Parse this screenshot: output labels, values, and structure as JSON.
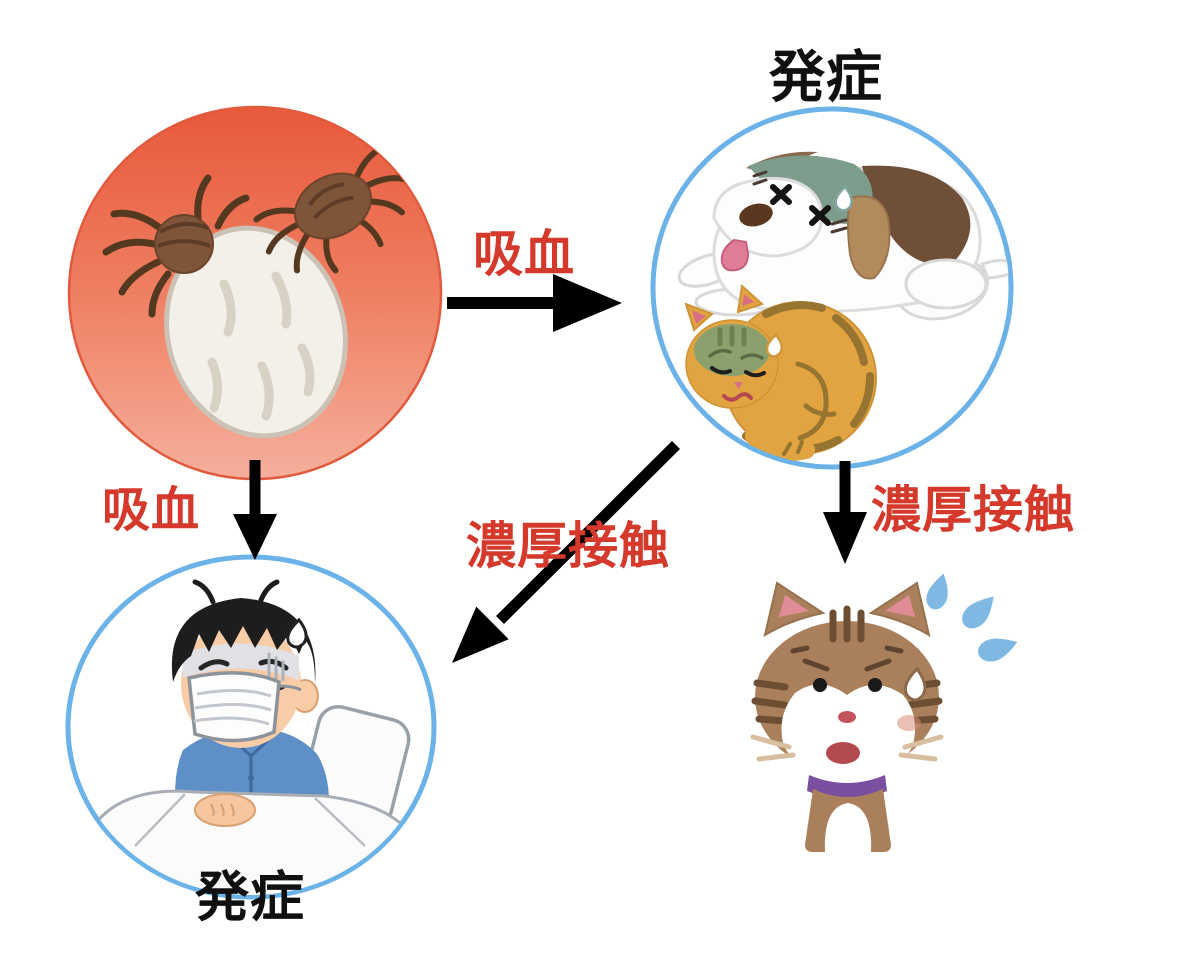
{
  "diagram": {
    "labels": {
      "onset_pets": "発症",
      "onset_person": "発症",
      "blood_sucking_to_pets": "吸血",
      "blood_sucking_to_person": "吸血",
      "close_contact_to_person": "濃厚接触",
      "close_contact_to_cat": "濃厚接触"
    },
    "nodes": [
      {
        "id": "ticks",
        "icon": "tick-icon"
      },
      {
        "id": "sick-pets",
        "icon": "sick-dog-and-cat-icon",
        "caption": "発症"
      },
      {
        "id": "sick-person",
        "icon": "sick-person-in-bed-icon",
        "caption": "発症"
      },
      {
        "id": "worried-cat",
        "icon": "worried-cat-icon"
      }
    ],
    "edges": [
      {
        "from": "ticks",
        "to": "sick-pets",
        "label": "吸血"
      },
      {
        "from": "ticks",
        "to": "sick-person",
        "label": "吸血"
      },
      {
        "from": "sick-pets",
        "to": "sick-person",
        "label": "濃厚接触"
      },
      {
        "from": "sick-pets",
        "to": "worried-cat",
        "label": "濃厚接触"
      }
    ],
    "colors": {
      "label_red": "#D4392B",
      "label_black": "#101010",
      "arrow_black": "#000000",
      "tick_circle_top": "#E8593B",
      "tick_circle_bottom": "#F5AF9C",
      "blue_circle_border": "#6AB2E8"
    }
  }
}
